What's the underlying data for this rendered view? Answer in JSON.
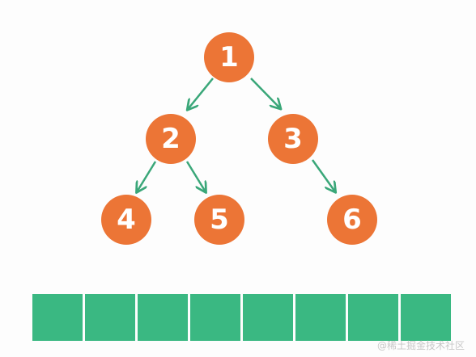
{
  "tree": {
    "nodes": [
      {
        "id": "n1",
        "label": "1"
      },
      {
        "id": "n2",
        "label": "2"
      },
      {
        "id": "n3",
        "label": "3"
      },
      {
        "id": "n4",
        "label": "4"
      },
      {
        "id": "n5",
        "label": "5"
      },
      {
        "id": "n6",
        "label": "6"
      }
    ],
    "edges": [
      {
        "from": "1",
        "to": "2"
      },
      {
        "from": "1",
        "to": "3"
      },
      {
        "from": "2",
        "to": "4"
      },
      {
        "from": "2",
        "to": "5"
      },
      {
        "from": "3",
        "to": "6"
      }
    ]
  },
  "array": {
    "cell_count": 8
  },
  "colors": {
    "node_fill": "#ec7536",
    "node_text": "#ffffff",
    "arrow": "#3aa779",
    "array_cell": "#3ab882"
  },
  "watermark": "@稀土掘金技术社区"
}
